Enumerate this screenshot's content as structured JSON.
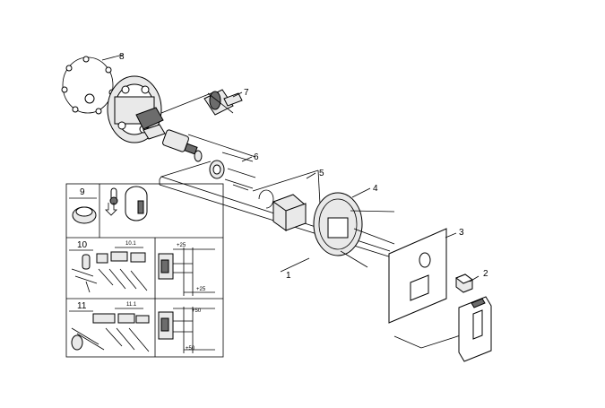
{
  "callouts": {
    "p1": "1",
    "p2": "2",
    "p3": "3",
    "p4": "4",
    "p5": "5",
    "p6": "6",
    "p7": "7",
    "p8": "8",
    "p9": "9",
    "p10": "10",
    "p10_1": "10.1",
    "p11": "11",
    "p11_1": "11.1"
  },
  "dimensions": {
    "d10_top": "+25",
    "d10_bottom": "+25",
    "d11_top": "+50",
    "d11_bottom": "+50"
  },
  "icons": [
    "thermostat-icon",
    "bath-shower-icon"
  ]
}
